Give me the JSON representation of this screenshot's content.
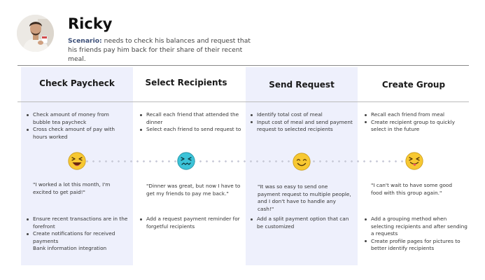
{
  "persona": {
    "name": "Ricky",
    "scenario_label": "Scenario:",
    "scenario_text": " needs to check his balances and request that his friends pay him back for their share of their recent meal."
  },
  "stages": [
    {
      "title": "Check Paycheck",
      "actions": [
        "Check amount of money from bubble tea paycheck",
        "Cross check amount of pay with hours worked"
      ],
      "emotion": "grinning-squint-face",
      "quote": "\"I worked a lot this month, I'm excited to get paid!\"",
      "opportunities": [
        "Ensure recent transactions are in the forefront",
        "Create notifications for received payments",
        "Bank information integration"
      ]
    },
    {
      "title": "Select Recipients",
      "actions": [
        "Recall each friend that attended the dinner",
        "Select each friend to send request to"
      ],
      "emotion": "anxious-confounded-face",
      "quote": "\"Dinner was great, but now I have to get my friends to pay me back.\"",
      "opportunities": [
        "Add a request payment reminder for forgetful recipients"
      ]
    },
    {
      "title": "Send Request",
      "actions": [
        "Identify total cost of meal",
        "Input cost of meal and send payment request to selected recipients"
      ],
      "emotion": "smiling-face",
      "quote": "\"It was so easy to send one payment request to multiple people, and I don't have to handle any cash!\"",
      "opportunities": [
        "Add a split payment option that can be customized"
      ]
    },
    {
      "title": "Create Group",
      "actions": [
        "Recall each friend from meal",
        "Create recipient group to quickly select in the future"
      ],
      "emotion": "savoring-food-face",
      "quote": "\"I can't wait to have some good food with this group again.\"",
      "opportunities": [
        "Add a grouping method when selecting recipients and after sending a requests",
        "Create profile pages for pictures to better identify recipients"
      ]
    }
  ],
  "colors": {
    "shade": "#eef0fc",
    "emoji": "#f7c832",
    "anxious": "#3cc3d8"
  }
}
